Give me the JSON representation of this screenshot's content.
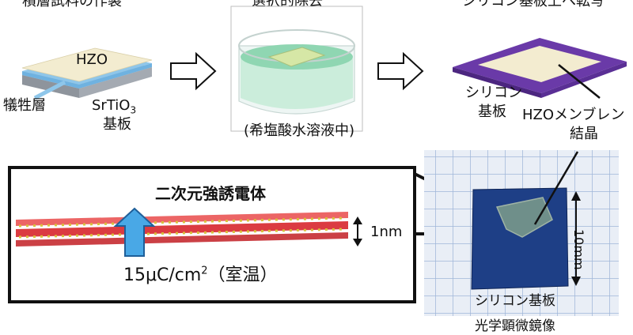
{
  "step1": {
    "heading": "積層試料の作製",
    "film_label": "HZO",
    "sacrificial_label": "犠牲層",
    "substrate_label_main": "SrTiO",
    "substrate_label_sub": "3",
    "substrate_label_line2": "基板"
  },
  "step2": {
    "heading": "選択的除去",
    "caption": "(希塩酸水溶液中)"
  },
  "step3": {
    "heading": "シリコン基板上へ転写",
    "silicon_line1": "シリコン",
    "silicon_line2": "基板",
    "membrane_line1": "HZOメンブレン",
    "membrane_line2": "結晶"
  },
  "ferro_box": {
    "title": "二次元強誘電体",
    "thickness": "1nm",
    "polarization_main": "15μC/cm",
    "polarization_sup": "2",
    "polarization_cond": "（室温）"
  },
  "photo": {
    "scale_label": "10mm",
    "substrate_label": "シリコン基板",
    "caption": "光学顕微鏡像"
  },
  "colors": {
    "film": "#f3ecd0",
    "sacrificial": "#8ec6ea",
    "substrate": "#9aa0a8",
    "silicon_purple": "#6a3aa8",
    "solution": "#8fd6b2",
    "arrow_blue": "#49a8e6",
    "lattice_red": "#d7262c",
    "lattice_yellow": "#d9c23a",
    "grid_blue": "#9fb6d8",
    "chip_navy": "#1e3f86"
  }
}
